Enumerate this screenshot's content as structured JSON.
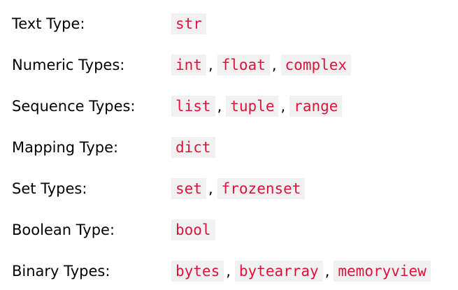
{
  "colors": {
    "code_text": "#dc143c",
    "code_background": "#f1f1f1",
    "label_text": "#000000",
    "page_background": "#ffffff"
  },
  "separator": ",",
  "rows": [
    {
      "label": "Text Type:",
      "types": [
        "str"
      ]
    },
    {
      "label": "Numeric Types:",
      "types": [
        "int",
        "float",
        "complex"
      ]
    },
    {
      "label": "Sequence Types:",
      "types": [
        "list",
        "tuple",
        "range"
      ]
    },
    {
      "label": "Mapping Type:",
      "types": [
        "dict"
      ]
    },
    {
      "label": "Set Types:",
      "types": [
        "set",
        "frozenset"
      ]
    },
    {
      "label": "Boolean Type:",
      "types": [
        "bool"
      ]
    },
    {
      "label": "Binary Types:",
      "types": [
        "bytes",
        "bytearray",
        "memoryview"
      ]
    }
  ]
}
